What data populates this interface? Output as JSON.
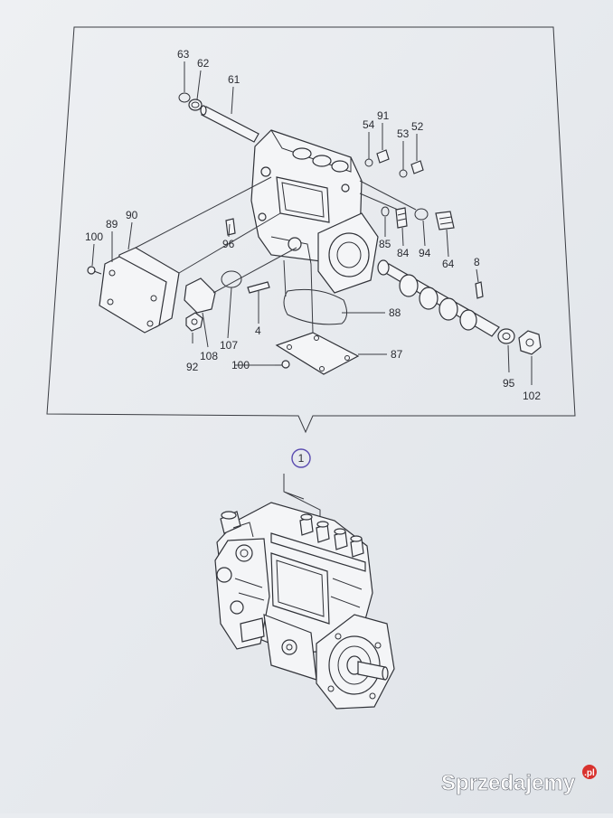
{
  "diagram": {
    "callouts": [
      "63",
      "62",
      "61",
      "54",
      "91",
      "53",
      "52",
      "100",
      "89",
      "90",
      "96",
      "85",
      "84",
      "94",
      "64",
      "8",
      "88",
      "4",
      "107",
      "108",
      "92",
      "87",
      "100",
      "95",
      "102"
    ],
    "assembly_number": "1"
  },
  "watermark": {
    "brand": "Sprzedajemy",
    "suffix": ".pl"
  }
}
